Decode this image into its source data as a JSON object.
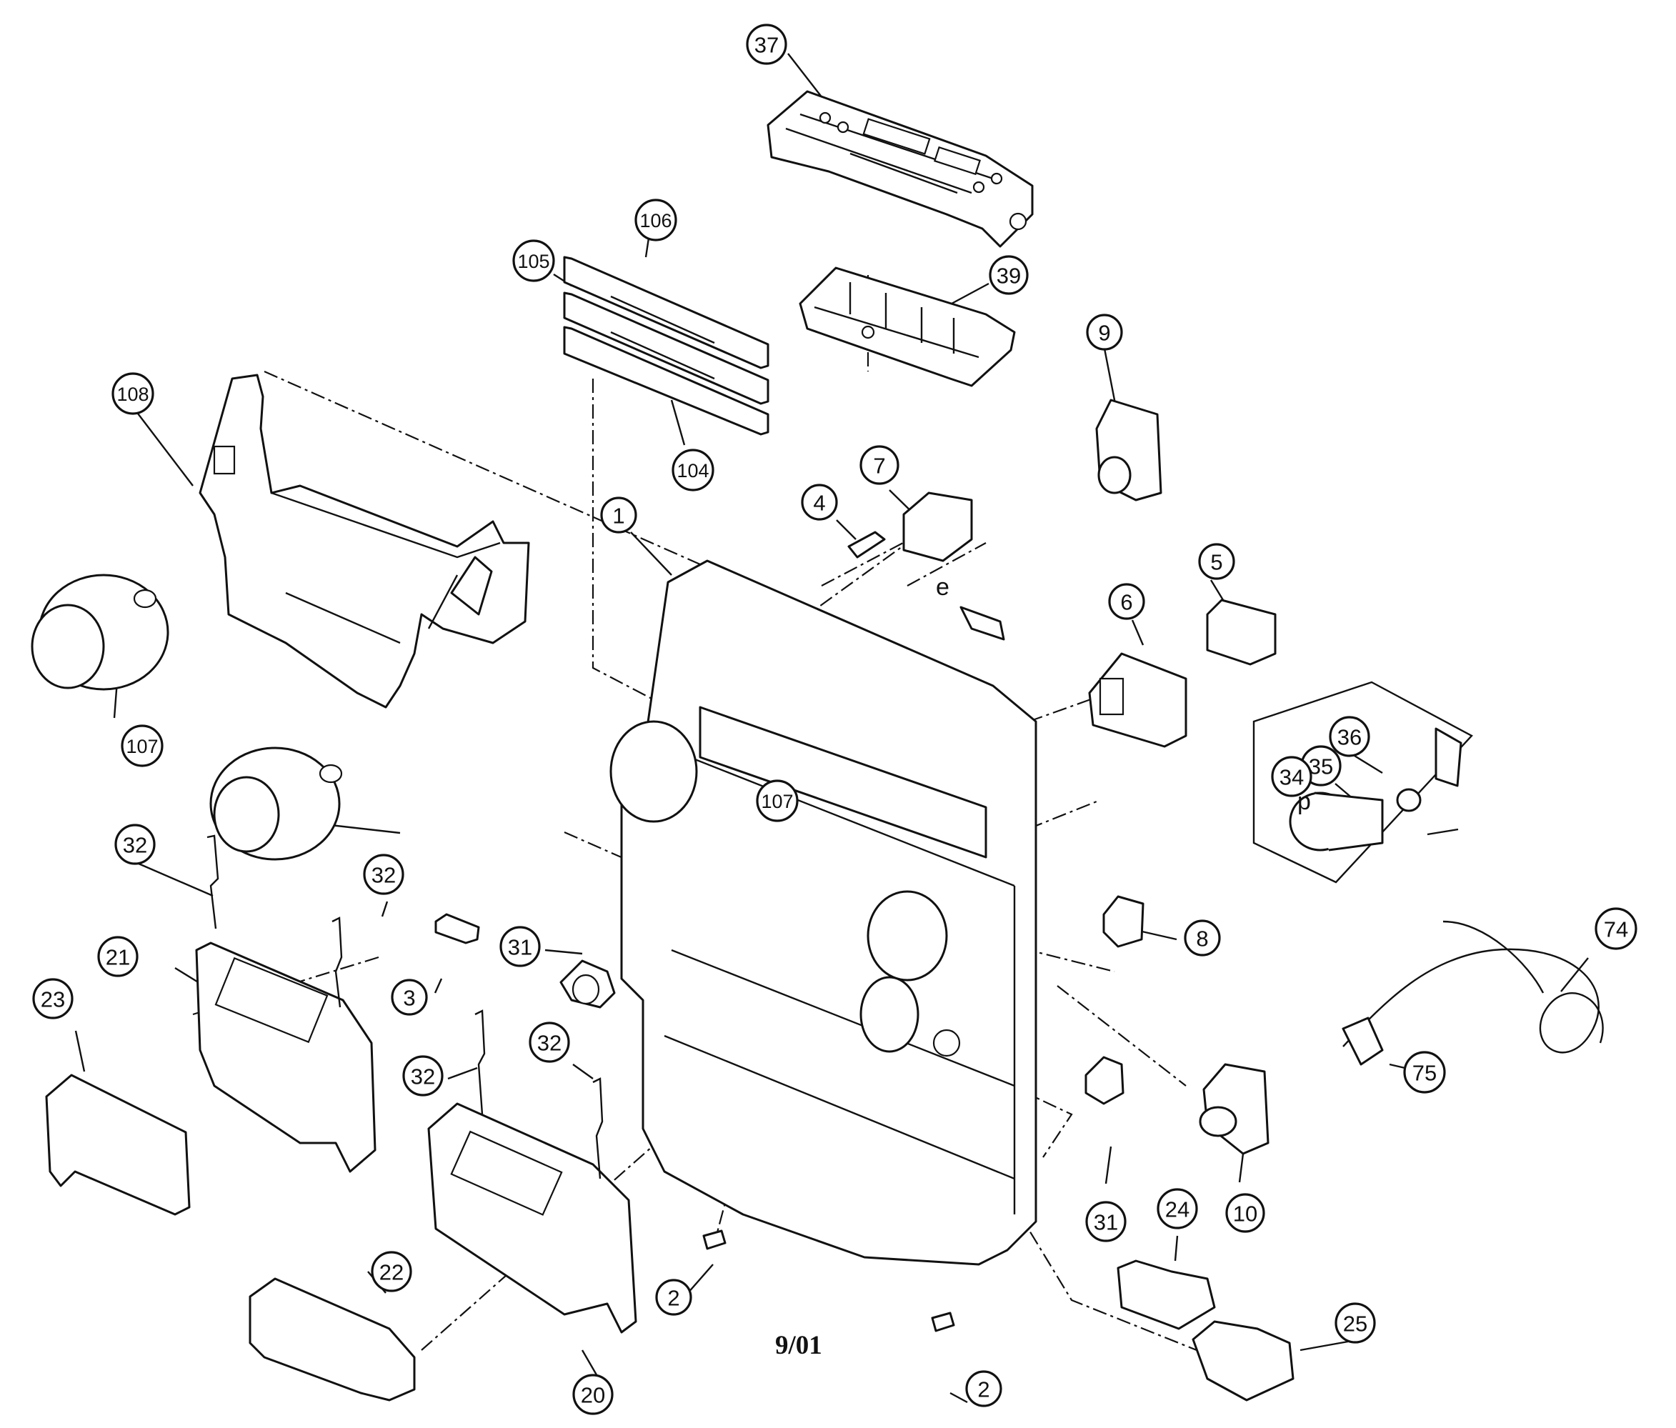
{
  "date_code": "9/01",
  "wire_letters": {
    "e": "e",
    "p": "p"
  },
  "callouts": [
    {
      "id": "c37",
      "label": "37"
    },
    {
      "id": "c39",
      "label": "39"
    },
    {
      "id": "c106",
      "label": "106"
    },
    {
      "id": "c105",
      "label": "105"
    },
    {
      "id": "c104",
      "label": "104"
    },
    {
      "id": "c9",
      "label": "9"
    },
    {
      "id": "c108",
      "label": "108"
    },
    {
      "id": "c7",
      "label": "7"
    },
    {
      "id": "c4",
      "label": "4"
    },
    {
      "id": "c1",
      "label": "1"
    },
    {
      "id": "c5",
      "label": "5"
    },
    {
      "id": "c6",
      "label": "6"
    },
    {
      "id": "c107a",
      "label": "107"
    },
    {
      "id": "c36",
      "label": "36"
    },
    {
      "id": "c35",
      "label": "35"
    },
    {
      "id": "c34",
      "label": "34"
    },
    {
      "id": "c107b",
      "label": "107"
    },
    {
      "id": "c32a",
      "label": "32"
    },
    {
      "id": "c32b",
      "label": "32"
    },
    {
      "id": "c8",
      "label": "8"
    },
    {
      "id": "c74",
      "label": "74"
    },
    {
      "id": "c21",
      "label": "21"
    },
    {
      "id": "c31a",
      "label": "31"
    },
    {
      "id": "c3",
      "label": "3"
    },
    {
      "id": "c23",
      "label": "23"
    },
    {
      "id": "c32c",
      "label": "32"
    },
    {
      "id": "c32d",
      "label": "32"
    },
    {
      "id": "c75",
      "label": "75"
    },
    {
      "id": "c10",
      "label": "10"
    },
    {
      "id": "c31b",
      "label": "31"
    },
    {
      "id": "c24",
      "label": "24"
    },
    {
      "id": "c22",
      "label": "22"
    },
    {
      "id": "c2a",
      "label": "2"
    },
    {
      "id": "c25",
      "label": "25"
    },
    {
      "id": "c20",
      "label": "20"
    },
    {
      "id": "c2b",
      "label": "2"
    }
  ]
}
